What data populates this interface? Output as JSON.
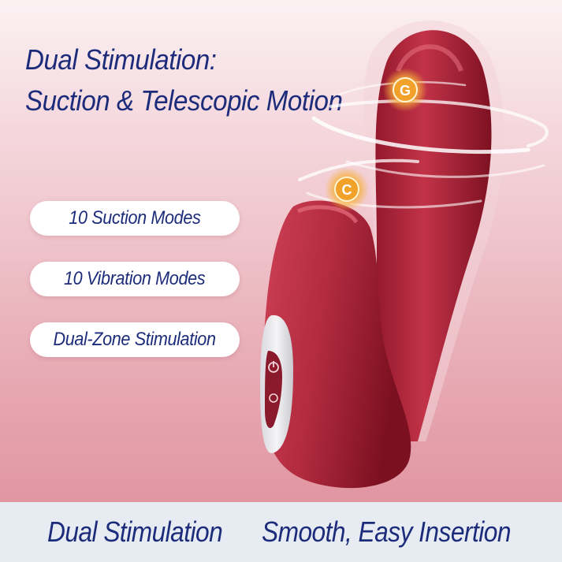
{
  "headline": {
    "line1": "Dual Stimulation:",
    "line2": "Suction & Telescopic Motion"
  },
  "features": [
    {
      "label": "10 Suction Modes"
    },
    {
      "label": "10 Vibration Modes"
    },
    {
      "label": "Dual-Zone Stimulation"
    }
  ],
  "markers": {
    "g": "G",
    "c": "C"
  },
  "footer": {
    "left": "Dual Stimulation",
    "right": "Smooth, Easy Insertion"
  },
  "colors": {
    "text_navy": "#1c2c7a",
    "product_red": "#b82a3f",
    "marker_orange": "#f2a12a",
    "footer_bg": "#e7ecf3"
  },
  "icons": {
    "power": "power-icon",
    "plus_minus": "control-button-icon"
  }
}
